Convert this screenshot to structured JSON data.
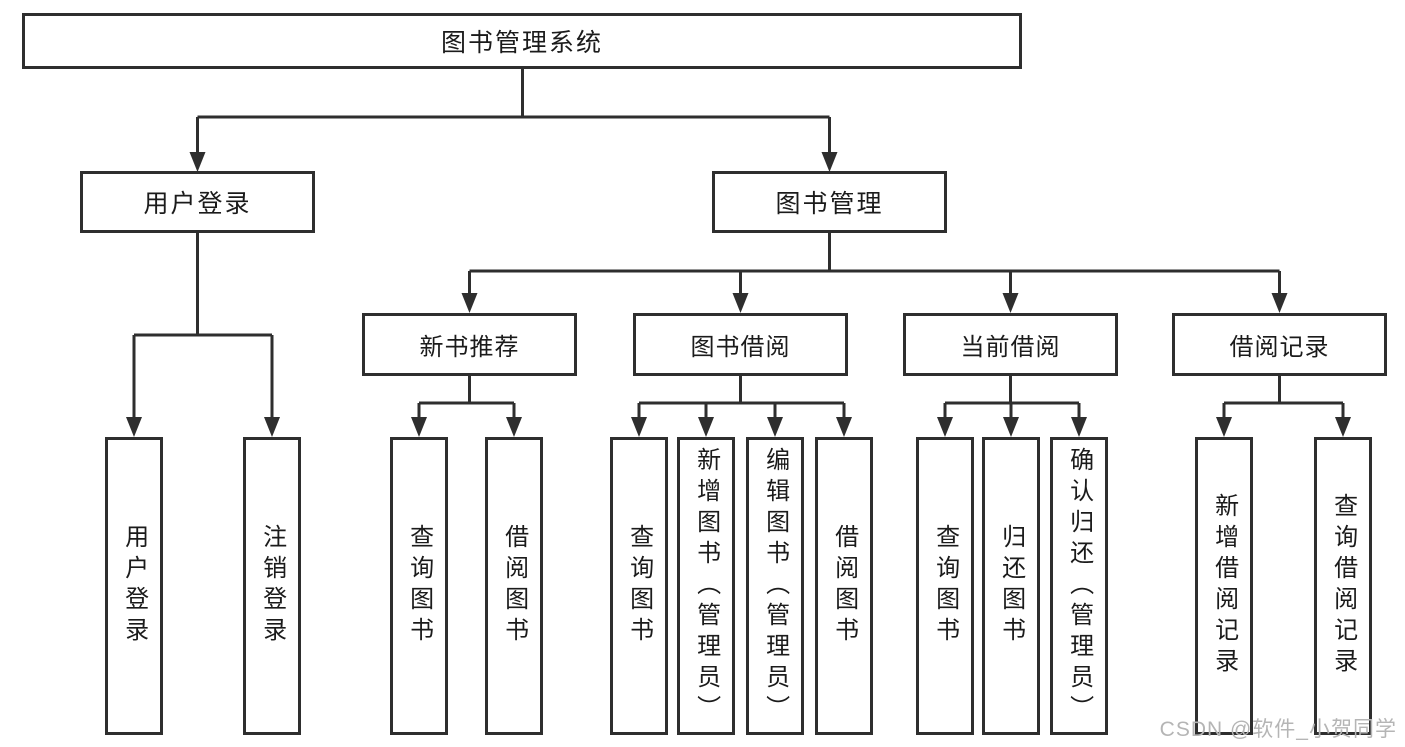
{
  "tree": {
    "root": {
      "label": "图书管理系统"
    },
    "branches": [
      {
        "label": "用户登录",
        "children": [
          {
            "label": "用户登录"
          },
          {
            "label": "注销登录"
          }
        ]
      },
      {
        "label": "图书管理",
        "children": [
          {
            "label": "新书推荐",
            "children": [
              {
                "label": "查询图书"
              },
              {
                "label": "借阅图书"
              }
            ]
          },
          {
            "label": "图书借阅",
            "children": [
              {
                "label": "查询图书"
              },
              {
                "label": "新增图书（管理员）"
              },
              {
                "label": "编辑图书（管理员）"
              },
              {
                "label": "借阅图书"
              }
            ]
          },
          {
            "label": "当前借阅",
            "children": [
              {
                "label": "查询图书"
              },
              {
                "label": "归还图书"
              },
              {
                "label": "确认归还（管理员）"
              }
            ]
          },
          {
            "label": "借阅记录",
            "children": [
              {
                "label": "新增借阅记录"
              },
              {
                "label": "查询借阅记录"
              }
            ]
          }
        ]
      }
    ]
  },
  "watermark": {
    "text": "CSDN @软件_小贺同学"
  },
  "colors": {
    "line": "#2e2e2e",
    "text": "#1b1b1b",
    "watermark": "#b5b5b5",
    "background": "#ffffff"
  }
}
